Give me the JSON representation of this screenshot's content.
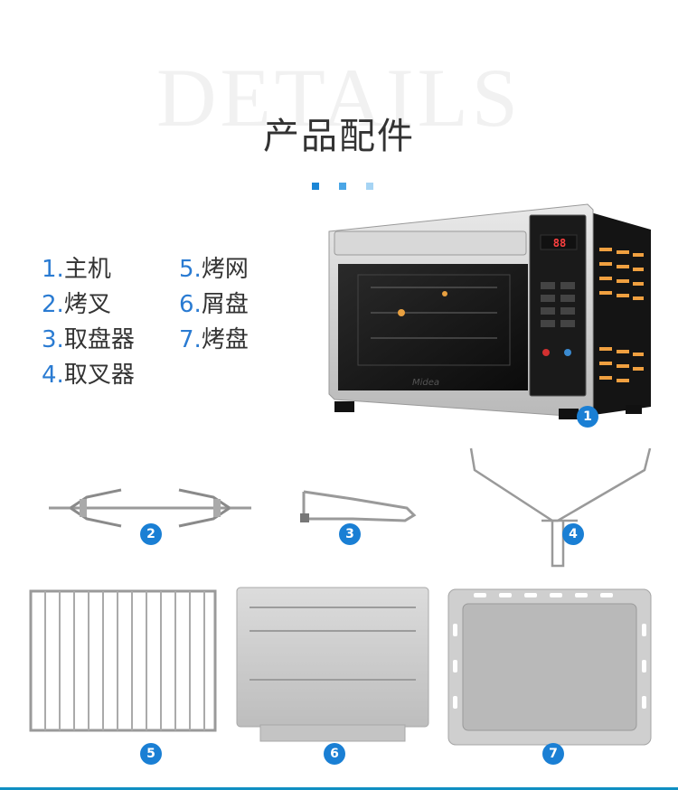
{
  "header": {
    "watermark": "DETAILS",
    "title": "产品配件"
  },
  "colors": {
    "accent": "#1a7fd4",
    "dot_1": "#1b86d6",
    "dot_2": "#4aa6e6",
    "dot_3": "#a6d4f4",
    "badge": "#1a7fd4",
    "number": "#2a7bd2"
  },
  "accessories": [
    {
      "num": "1.",
      "name": "主机",
      "badge": "1"
    },
    {
      "num": "2.",
      "name": "烤叉",
      "badge": "2"
    },
    {
      "num": "3.",
      "name": "取盘器",
      "badge": "3"
    },
    {
      "num": "4.",
      "name": "取叉器",
      "badge": "4"
    },
    {
      "num": "5.",
      "name": "烤网",
      "badge": "5"
    },
    {
      "num": "6.",
      "name": "屑盘",
      "badge": "6"
    },
    {
      "num": "7.",
      "name": "烤盘",
      "badge": "7"
    }
  ],
  "oven": {
    "brand": "Midea",
    "display": "88"
  }
}
